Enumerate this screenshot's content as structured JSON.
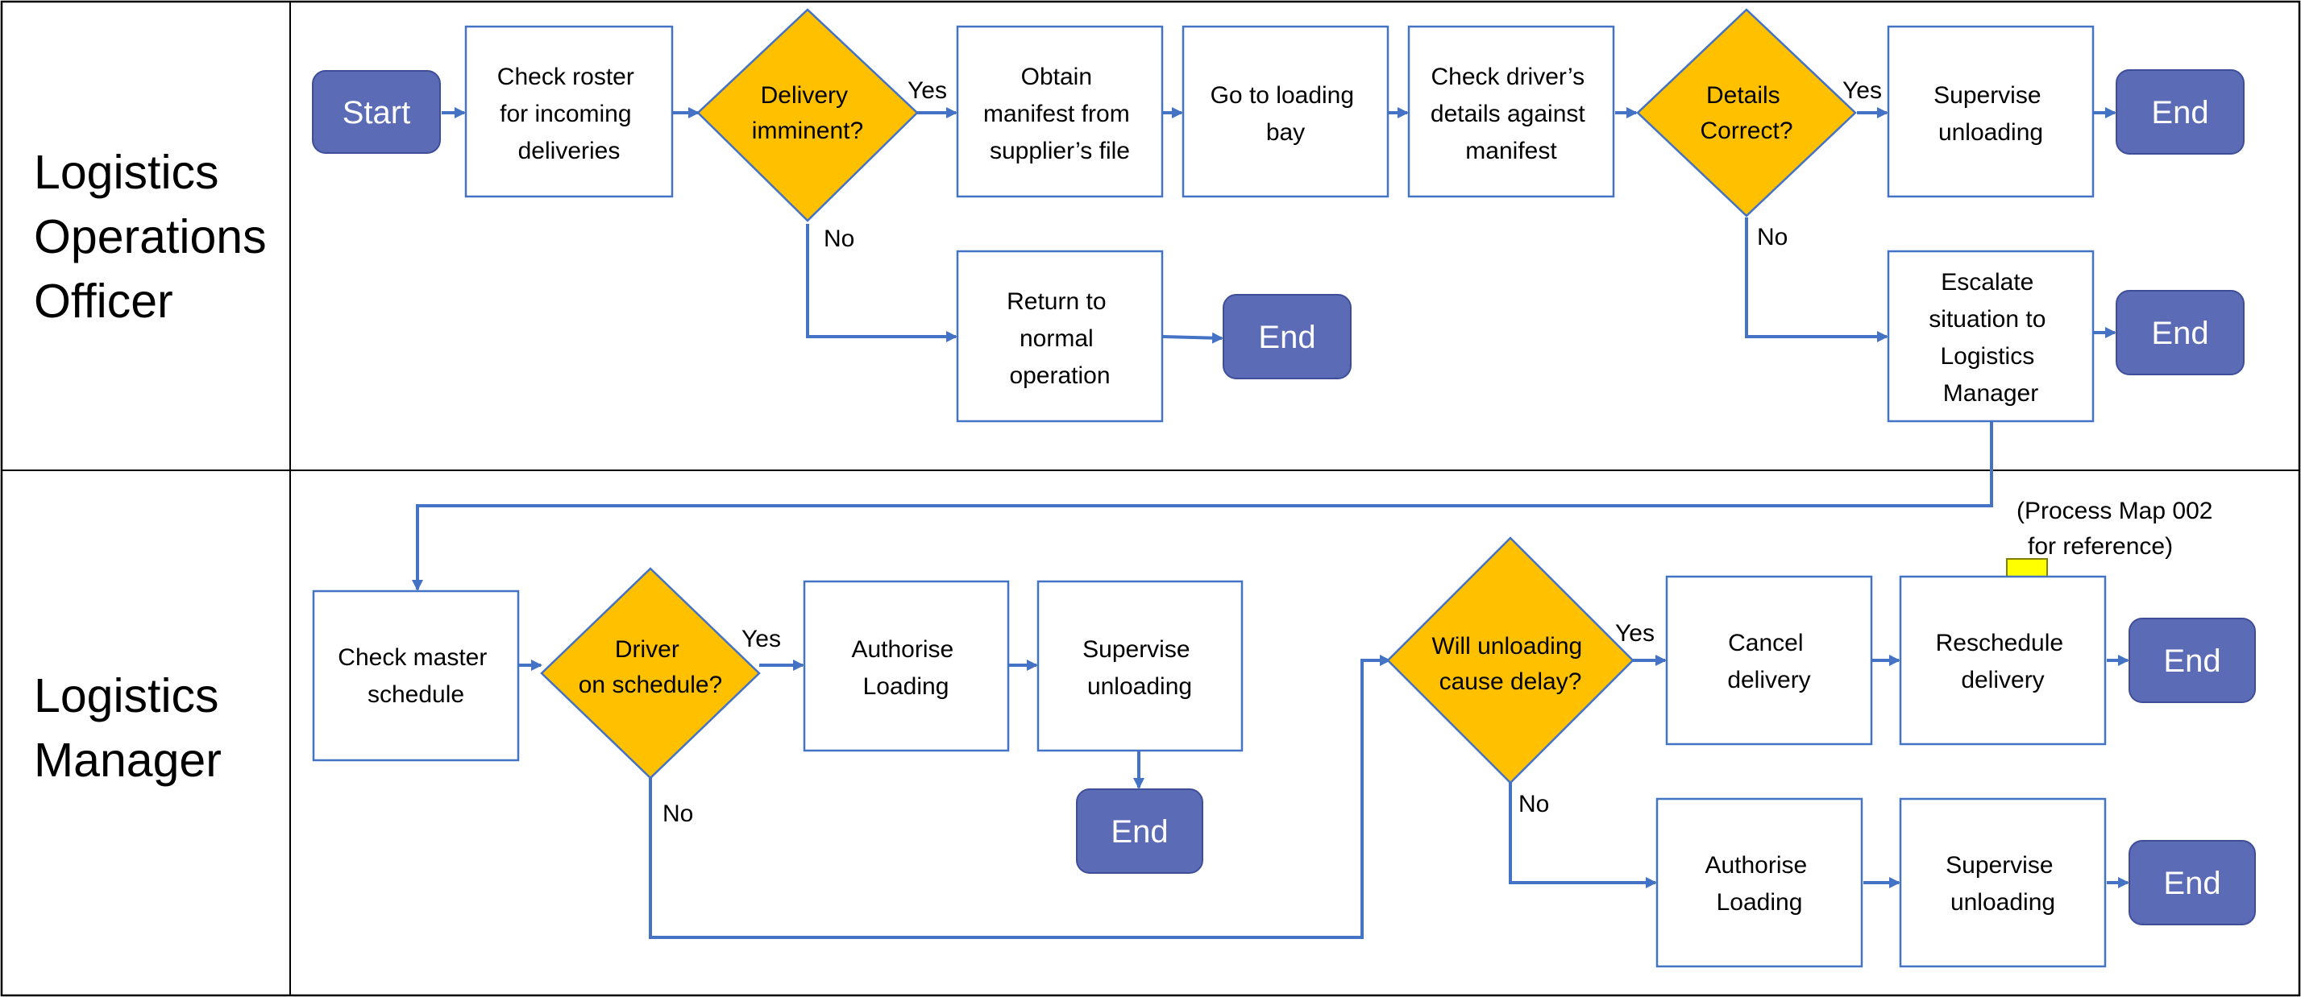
{
  "lanes": [
    {
      "id": "officer",
      "title_lines": [
        "Logistics",
        "Operations",
        "Officer"
      ]
    },
    {
      "id": "manager",
      "title_lines": [
        "Logistics",
        "Manager"
      ]
    }
  ],
  "nodes": {
    "start": {
      "kind": "terminal",
      "lines": [
        "Start"
      ]
    },
    "check_roster": {
      "kind": "process",
      "lines": [
        "Check roster",
        "for incoming",
        "deliveries"
      ]
    },
    "delivery_imm": {
      "kind": "decision",
      "lines": [
        "Delivery",
        "imminent?"
      ]
    },
    "obtain_man": {
      "kind": "process",
      "lines": [
        "Obtain",
        "manifest from",
        "supplier’s file"
      ]
    },
    "goto_bay": {
      "kind": "process",
      "lines": [
        "Go to loading",
        "bay"
      ]
    },
    "check_driver": {
      "kind": "process",
      "lines": [
        "Check driver’s",
        "details against",
        "manifest"
      ]
    },
    "details_ok": {
      "kind": "decision",
      "lines": [
        "Details",
        "Correct?"
      ]
    },
    "supervise1": {
      "kind": "process",
      "lines": [
        "Supervise",
        "unloading"
      ]
    },
    "end1": {
      "kind": "terminal",
      "lines": [
        "End"
      ]
    },
    "return_norm": {
      "kind": "process",
      "lines": [
        "Return to",
        "normal",
        "operation"
      ]
    },
    "end2": {
      "kind": "terminal",
      "lines": [
        "End"
      ]
    },
    "escalate": {
      "kind": "process",
      "lines": [
        "Escalate",
        "situation to",
        "Logistics",
        "Manager"
      ]
    },
    "end3": {
      "kind": "terminal",
      "lines": [
        "End"
      ]
    },
    "check_master": {
      "kind": "process",
      "lines": [
        "Check master",
        "schedule"
      ]
    },
    "driver_sched": {
      "kind": "decision",
      "lines": [
        "Driver",
        "on schedule?"
      ]
    },
    "auth_load1": {
      "kind": "process",
      "lines": [
        "Authorise",
        "Loading"
      ]
    },
    "supervise2": {
      "kind": "process",
      "lines": [
        "Supervise",
        "unloading"
      ]
    },
    "end4": {
      "kind": "terminal",
      "lines": [
        "End"
      ]
    },
    "will_delay": {
      "kind": "decision",
      "lines": [
        "Will unloading",
        "cause delay?"
      ]
    },
    "cancel": {
      "kind": "process",
      "lines": [
        "Cancel",
        "delivery"
      ]
    },
    "reschedule": {
      "kind": "process",
      "lines": [
        "Reschedule",
        "delivery"
      ]
    },
    "end5": {
      "kind": "terminal",
      "lines": [
        "End"
      ]
    },
    "auth_load2": {
      "kind": "process",
      "lines": [
        "Authorise",
        "Loading"
      ]
    },
    "supervise3": {
      "kind": "process",
      "lines": [
        "Supervise",
        "unloading"
      ]
    },
    "end6": {
      "kind": "terminal",
      "lines": [
        "End"
      ]
    }
  },
  "edge_labels": {
    "delivery_yes": "Yes",
    "delivery_no": "No",
    "details_yes": "Yes",
    "details_no": "No",
    "driver_yes": "Yes",
    "driver_no": "No",
    "delay_yes": "Yes",
    "delay_no": "No"
  },
  "note": {
    "lines": [
      "(Process Map 002",
      "for reference)"
    ],
    "marker_color": "#FFFF00"
  },
  "colors": {
    "process_fill": "#FFFFFF",
    "process_stroke": "#4472C4",
    "decision_fill": "#FFC000",
    "terminal_fill": "#5B6BB5",
    "terminal_text": "#FFFFFF",
    "connector": "#4472C4"
  }
}
